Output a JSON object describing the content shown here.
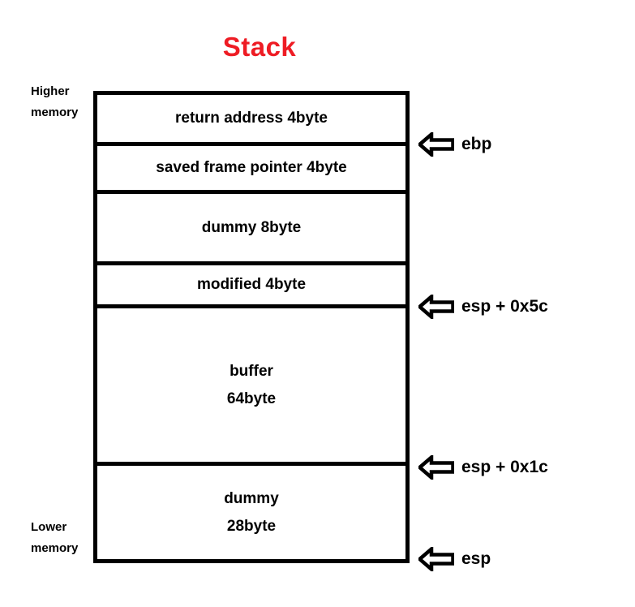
{
  "title": {
    "text": "Stack",
    "color": "#ee1c24"
  },
  "memory_labels": {
    "higher": {
      "line1": "Higher",
      "line2": "memory"
    },
    "lower": {
      "line1": "Lower",
      "line2": "memory"
    }
  },
  "stack": {
    "rows": [
      {
        "id": "return-address",
        "line1": "return address 4byte",
        "line2": ""
      },
      {
        "id": "saved-frame-pointer",
        "line1": "saved frame pointer 4byte",
        "line2": ""
      },
      {
        "id": "dummy-8byte",
        "line1": "dummy 8byte",
        "line2": ""
      },
      {
        "id": "modified-4byte",
        "line1": "modified 4byte",
        "line2": ""
      },
      {
        "id": "buffer",
        "line1": "buffer",
        "line2": "64byte"
      },
      {
        "id": "dummy-28byte",
        "line1": "dummy",
        "line2": "28byte"
      }
    ]
  },
  "pointers": [
    {
      "id": "ebp",
      "label": "ebp",
      "icon": "left-block-arrow-icon"
    },
    {
      "id": "esp-5c",
      "label": "esp + 0x5c",
      "icon": "left-block-arrow-icon"
    },
    {
      "id": "esp-1c",
      "label": "esp + 0x1c",
      "icon": "left-block-arrow-icon"
    },
    {
      "id": "esp",
      "label": "esp",
      "icon": "left-block-arrow-icon"
    }
  ]
}
